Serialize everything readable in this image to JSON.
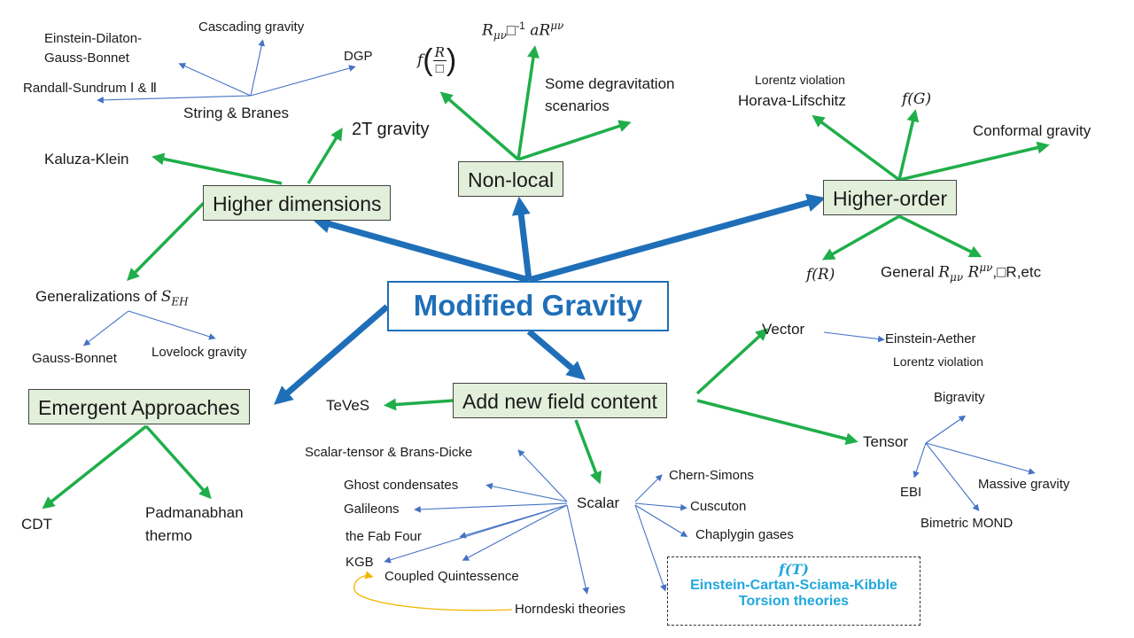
{
  "center": "Modified Gravity",
  "categories": {
    "higher_dimensions": "Higher dimensions",
    "non_local": "Non-local",
    "higher_order": "Higher-order",
    "emergent": "Emergent Approaches",
    "new_fields": "Add new field content"
  },
  "higher_dimensions": {
    "kaluza_klein": "Kaluza-Klein",
    "two_t_gravity": "2T gravity",
    "generalizations_prefix": "Generalizations of ",
    "generalizations_sym": "S",
    "generalizations_sub": "EH",
    "gauss_bonnet": "Gauss-Bonnet",
    "lovelock": "Lovelock gravity",
    "string_branes": "String & Branes",
    "randall_sundrum": "Randall-Sundrum Ⅰ & Ⅱ",
    "edgb_line1": "Einstein-Dilaton-",
    "edgb_line2": "Gauss-Bonnet",
    "cascading": "Cascading gravity",
    "dgp": "DGP"
  },
  "non_local": {
    "f_label": "f",
    "frac_num": "R",
    "frac_den": "□",
    "r_box": "R",
    "r_box_sub": "μν",
    "r_box_op": "□",
    "r_box_exp": "-1",
    "r_box_tail": " aR",
    "r_box_sup": "μν",
    "degrav_line1": "Some degravitation",
    "degrav_line2": "scenarios"
  },
  "higher_order": {
    "lorentz_violation": "Lorentz violation",
    "horava": "Horava-Lifschitz",
    "fG": "f(G)",
    "conformal": "Conformal gravity",
    "fR": "f(R)",
    "general_prefix": "General ",
    "general_R": "R",
    "general_sub": "μν",
    "general_R2": " R",
    "general_sup": "μν",
    "general_tail": ",□R,etc"
  },
  "emergent": {
    "cdt": "CDT",
    "padmanabhan_line1": "Padmanabhan",
    "padmanabhan_line2": "thermo"
  },
  "new_fields": {
    "teves": "TeVeS",
    "vector": "Vector",
    "einstein_aether": "Einstein-Aether",
    "aether_lorentz": "Lorentz violation",
    "tensor": "Tensor",
    "bigravity": "Bigravity",
    "ebi": "EBI",
    "massive_gravity": "Massive gravity",
    "bimetric_mond": "Bimetric MOND",
    "scalar": "Scalar",
    "scalar_tensor": "Scalar-tensor & Brans-Dicke",
    "ghost": "Ghost condensates",
    "galileons": "Galileons",
    "fab_four": "the Fab Four",
    "kgb": "KGB",
    "coupled_quintessence": "Coupled Quintessence",
    "horndeski": "Horndeski theories",
    "chern_simons": "Chern-Simons",
    "cuscuton": "Cuscuton",
    "chaplygin": "Chaplygin gases",
    "fT": "f(T)",
    "ecsk": "Einstein-Cartan-Sciama-Kibble",
    "torsion": "Torsion theories"
  },
  "colors": {
    "primary_blue": "#1f6fb8",
    "thin_blue": "#4472c4",
    "green": "#1fae4a",
    "box_fill": "#e2efda",
    "cyan_text": "#20a8dc",
    "gold": "#f2b600"
  }
}
